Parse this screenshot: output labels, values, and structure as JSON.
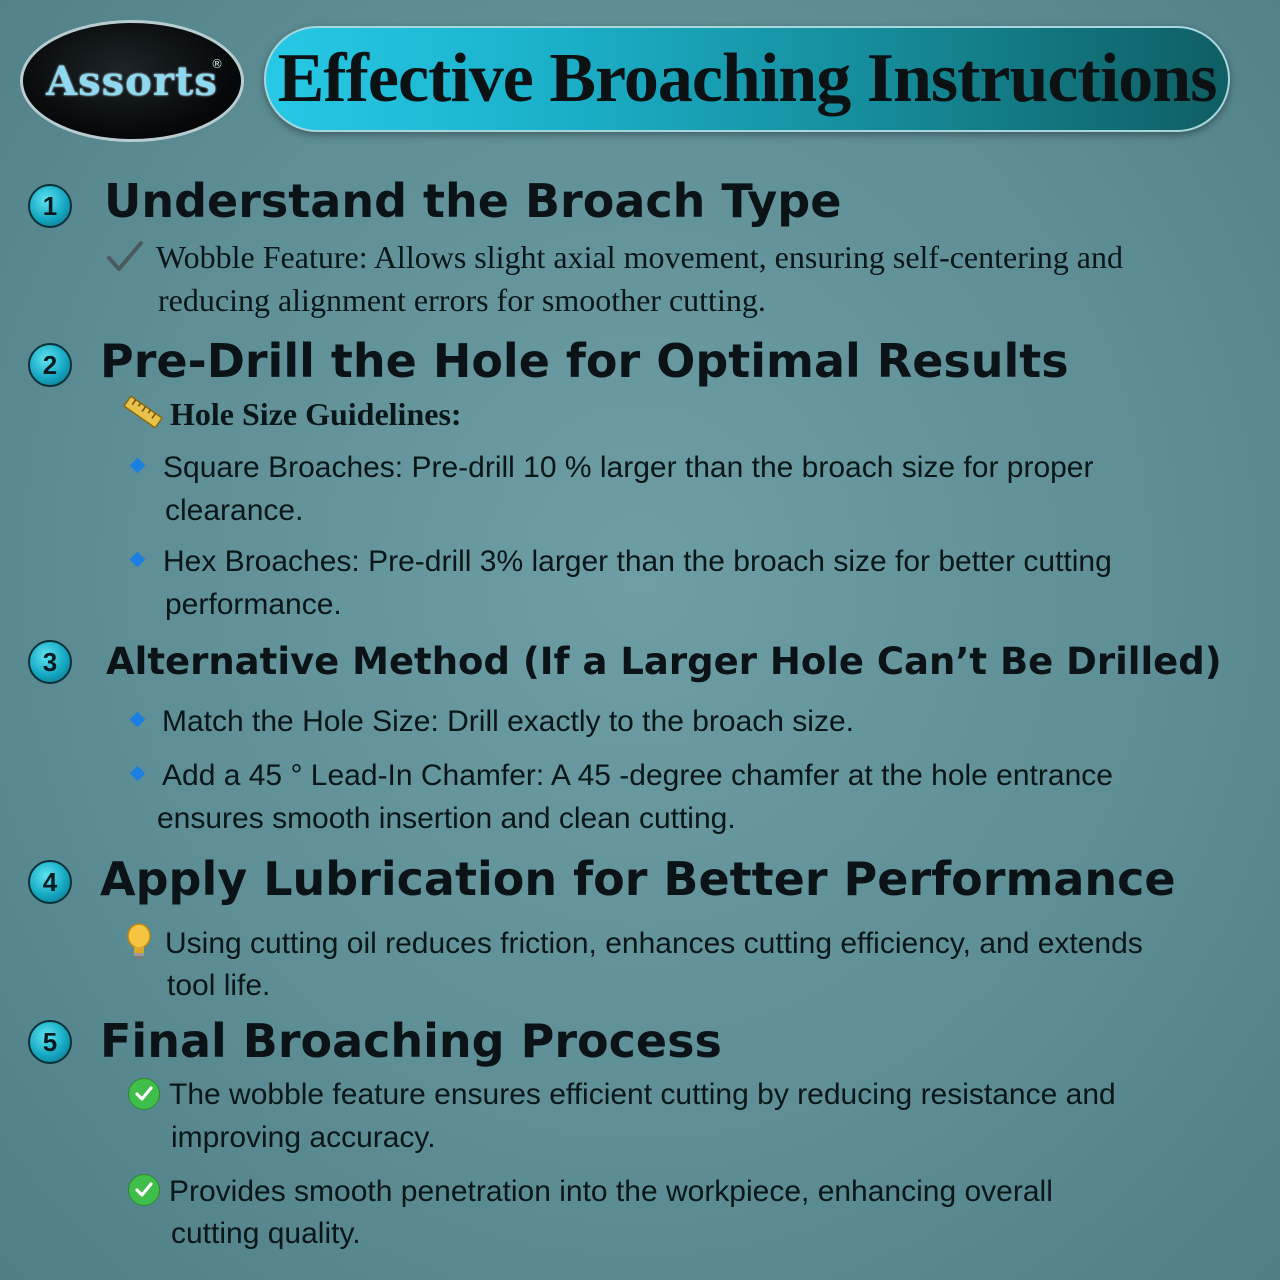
{
  "header": {
    "logo_text": "Assorts",
    "logo_mark": "®",
    "title": "Effective Broaching Instructions"
  },
  "sections": [
    {
      "number": "1",
      "heading": "Understand the Broach Type",
      "items": [
        {
          "icon": "check-mark-icon",
          "lines": [
            "Wobble Feature: Allows slight axial movement, ensuring self-centering and",
            "reducing alignment errors for smoother cutting."
          ]
        }
      ]
    },
    {
      "number": "2",
      "heading": "Pre-Drill the Hole for Optimal Results",
      "subheading": "Hole Size Guidelines:",
      "items": [
        {
          "icon": "diamond-bullet-icon",
          "lines": [
            "Square Broaches: Pre-drill 10 % larger than the broach size for proper",
            "clearance."
          ]
        },
        {
          "icon": "diamond-bullet-icon",
          "lines": [
            "Hex Broaches: Pre-drill 3% larger than the broach size for better cutting",
            "performance."
          ]
        }
      ]
    },
    {
      "number": "3",
      "heading": "Alternative Method (If a Larger Hole Can’t Be Drilled)",
      "items": [
        {
          "icon": "diamond-bullet-icon",
          "lines": [
            "Match the Hole Size: Drill exactly to the broach size."
          ]
        },
        {
          "icon": "diamond-bullet-icon",
          "lines": [
            "Add a 45 ° Lead-In Chamfer: A 45 -degree chamfer at the hole entrance",
            "ensures smooth insertion and clean cutting."
          ]
        }
      ]
    },
    {
      "number": "4",
      "heading": "Apply Lubrication for Better Performance",
      "items": [
        {
          "icon": "light-bulb-icon",
          "lines": [
            "Using cutting oil reduces friction, enhances cutting efficiency, and extends",
            "tool life."
          ]
        }
      ]
    },
    {
      "number": "5",
      "heading": "Final Broaching Process",
      "items": [
        {
          "icon": "green-check-icon",
          "lines": [
            "The wobble feature ensures efficient cutting by reducing resistance and",
            "improving accuracy."
          ]
        },
        {
          "icon": "green-check-icon",
          "lines": [
            "Provides smooth penetration into the workpiece, enhancing overall",
            "cutting quality."
          ]
        }
      ]
    }
  ]
}
